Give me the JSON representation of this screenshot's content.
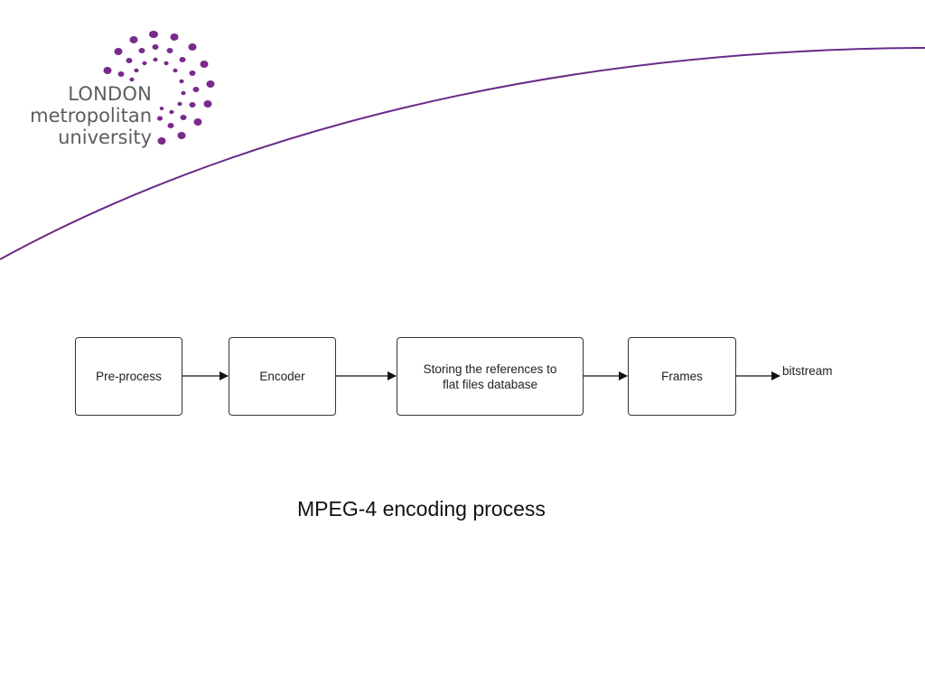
{
  "logo": {
    "line1": "LONDON",
    "line2": "metropolitan",
    "line3": "university",
    "dot_color": "#7a2a8c",
    "text_color": "#5d5d5d"
  },
  "decoration": {
    "arc_color": "#6a2a8a"
  },
  "diagram": {
    "nodes": [
      {
        "id": "preprocess",
        "label": "Pre-process"
      },
      {
        "id": "encoder",
        "label": "Encoder"
      },
      {
        "id": "storing",
        "label": "Storing the references to flat files database"
      },
      {
        "id": "frames",
        "label": "Frames"
      }
    ],
    "output_label": "bitstream",
    "edges": [
      {
        "from": "preprocess",
        "to": "encoder"
      },
      {
        "from": "encoder",
        "to": "storing"
      },
      {
        "from": "storing",
        "to": "frames"
      },
      {
        "from": "frames",
        "to": "bitstream"
      }
    ]
  },
  "caption": "MPEG-4 encoding process"
}
